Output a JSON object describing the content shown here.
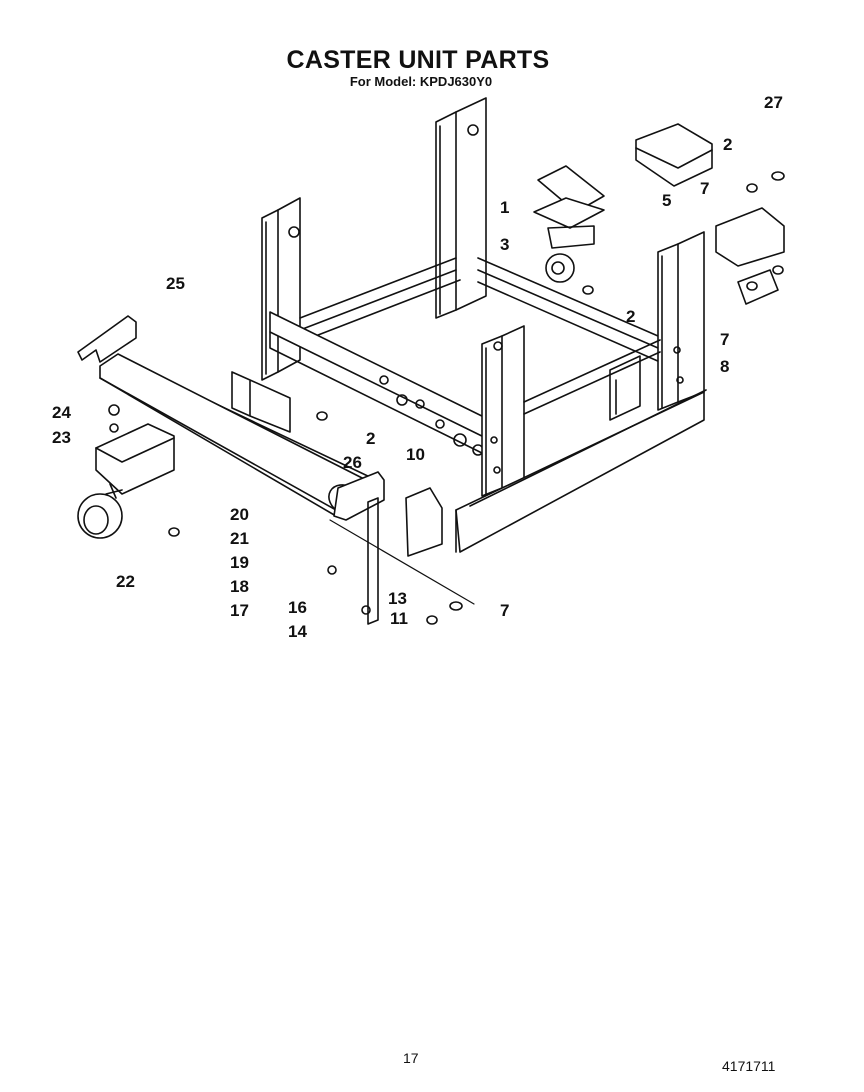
{
  "header": {
    "title": "CASTER UNIT PARTS",
    "subtitle": "For Model: KPDJ630Y0"
  },
  "callouts": [
    {
      "label": "27"
    },
    {
      "label": "2"
    },
    {
      "label": "7"
    },
    {
      "label": "5"
    },
    {
      "label": "1"
    },
    {
      "label": "3"
    },
    {
      "label": "2"
    },
    {
      "label": "7"
    },
    {
      "label": "8"
    },
    {
      "label": "25"
    },
    {
      "label": "24"
    },
    {
      "label": "23"
    },
    {
      "label": "2"
    },
    {
      "label": "26"
    },
    {
      "label": "10"
    },
    {
      "label": "20"
    },
    {
      "label": "21"
    },
    {
      "label": "19"
    },
    {
      "label": "18"
    },
    {
      "label": "17"
    },
    {
      "label": "22"
    },
    {
      "label": "16"
    },
    {
      "label": "13"
    },
    {
      "label": "14"
    },
    {
      "label": "11"
    },
    {
      "label": "7"
    }
  ],
  "footer": {
    "page_number": "17",
    "document_number": "4171711"
  }
}
